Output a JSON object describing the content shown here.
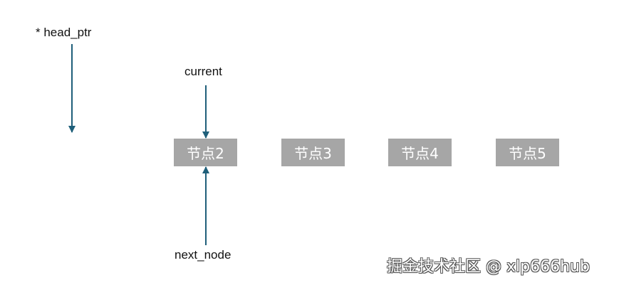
{
  "pointers": {
    "head": "* head_ptr",
    "current": "current",
    "next": "next_node"
  },
  "nodes": [
    {
      "label": "节点2"
    },
    {
      "label": "节点3"
    },
    {
      "label": "节点4"
    },
    {
      "label": "节点5"
    }
  ],
  "watermark": "掘金技术社区 @ xlp666hub",
  "colors": {
    "node_fill": "#a6a6a6",
    "node_text": "#ffffff",
    "arrow": "#1f5f7a"
  }
}
